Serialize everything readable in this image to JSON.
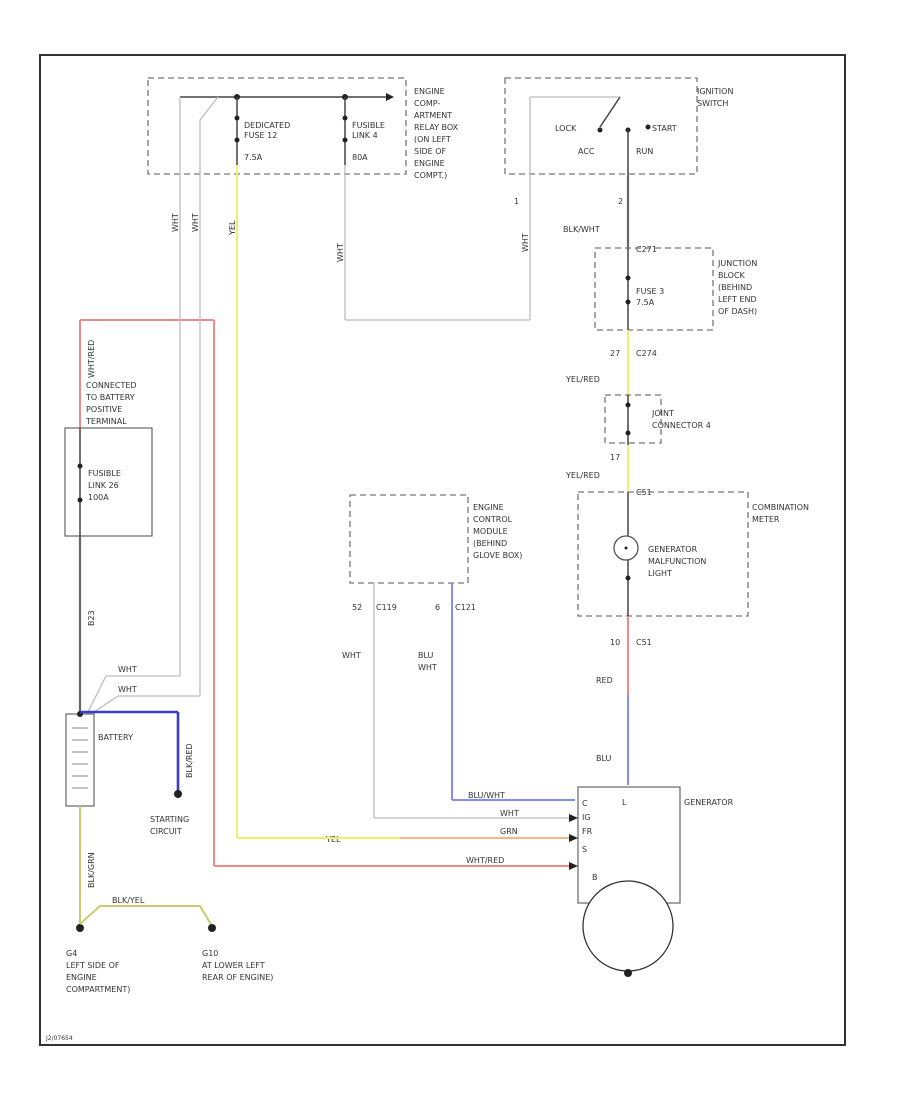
{
  "labels": {
    "engine_compartment_relay_box": [
      "ENGINE",
      "COMP-",
      "ARTMENT",
      "RELAY BOX",
      "(ON LEFT",
      "SIDE OF",
      "ENGINE",
      "COMPT.)"
    ],
    "dedicated_fuse": [
      "DEDICATED",
      "FUSE 12",
      "7.5A"
    ],
    "fusible_link_4": [
      "FUSIBLE",
      "LINK 4",
      "80A"
    ],
    "ignition_switch": [
      "IGNITION",
      "SWITCH"
    ],
    "ign_lock": "LOCK",
    "ign_acc": "ACC",
    "ign_run": "RUN",
    "ign_start": "START",
    "junction_block": [
      "JUNCTION",
      "BLOCK",
      "(BEHIND",
      "LEFT END",
      "OF DASH)"
    ],
    "fuse_3": [
      "FUSE 3",
      "7.5A"
    ],
    "joint_connector": [
      "JOINT",
      "CONNECTOR 4"
    ],
    "combination_meter": [
      "COMBINATION",
      "METER"
    ],
    "gen_malfunction_light": [
      "GENERATOR",
      "MALFUNCTION",
      "LIGHT"
    ],
    "ecm": [
      "ENGINE",
      "CONTROL",
      "MODULE",
      "(BEHIND",
      "GLOVE BOX)"
    ],
    "battery_connected": [
      "CONNECTED",
      "TO BATTERY",
      "POSITIVE",
      "TERMINAL"
    ],
    "fusible_link_26": [
      "FUSIBLE",
      "LINK 26",
      "100A"
    ],
    "battery": "BATTERY",
    "starting_circuit": [
      "STARTING",
      "CIRCUIT"
    ],
    "generator": "GENERATOR",
    "ground_g4": [
      "G4",
      "LEFT SIDE OF",
      "ENGINE",
      "COMPARTMENT)"
    ],
    "ground_g10": [
      "G10",
      "AT LOWER LEFT",
      "REAR OF ENGINE)"
    ],
    "footer_code": "J2/07654"
  },
  "connectors": {
    "c271": "C271",
    "c274": "C274",
    "c51_top": "C51",
    "c51_bottom": "C51",
    "c119": "C119",
    "c121": "C121",
    "pin_1": "1",
    "pin_2": "2",
    "pin_27": "27",
    "pin_17": "17",
    "pin_10": "10",
    "pin_52": "52",
    "pin_6": "6"
  },
  "wires": {
    "wht_1": "WHT",
    "wht_2": "WHT",
    "yel_top": "YEL",
    "wht_3": "WHT",
    "wht_4": "WHT",
    "blk_wht": "BLK/WHT",
    "yel_red_1": "YEL/RED",
    "yel_red_2": "YEL/RED",
    "wht_red_vert": "WHT/RED",
    "b23": "B23",
    "wht_5": "WHT",
    "wht_6": "WHT",
    "blu_wht_label": [
      "BLU",
      "WHT"
    ],
    "wht_ecm": "WHT",
    "red": "RED",
    "blu": "BLU",
    "blu_wht_h": "BLU/WHT",
    "wht_h": "WHT",
    "grn_h": "GRN",
    "yel_h": "YEL",
    "wht_red_h": "WHT/RED",
    "blk_red": "BLK/RED",
    "blk_grn": "BLK/GRN",
    "blk_yel": "BLK/YEL"
  },
  "generator_pins": [
    "L",
    "C",
    "IG",
    "FR",
    "S",
    "B"
  ]
}
